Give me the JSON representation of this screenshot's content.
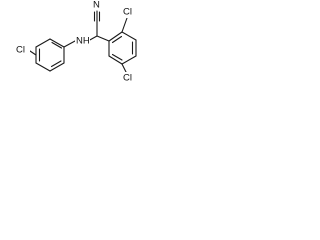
{
  "molecule": {
    "atoms": {
      "n_nitrile": "N",
      "cl_top": "Cl",
      "cl_bottom": "Cl",
      "cl_left": "Cl",
      "nh_amine": "NH"
    },
    "colors": {
      "bond": "#1a1a1a",
      "label": "#111111",
      "background": "#ffffff"
    }
  }
}
